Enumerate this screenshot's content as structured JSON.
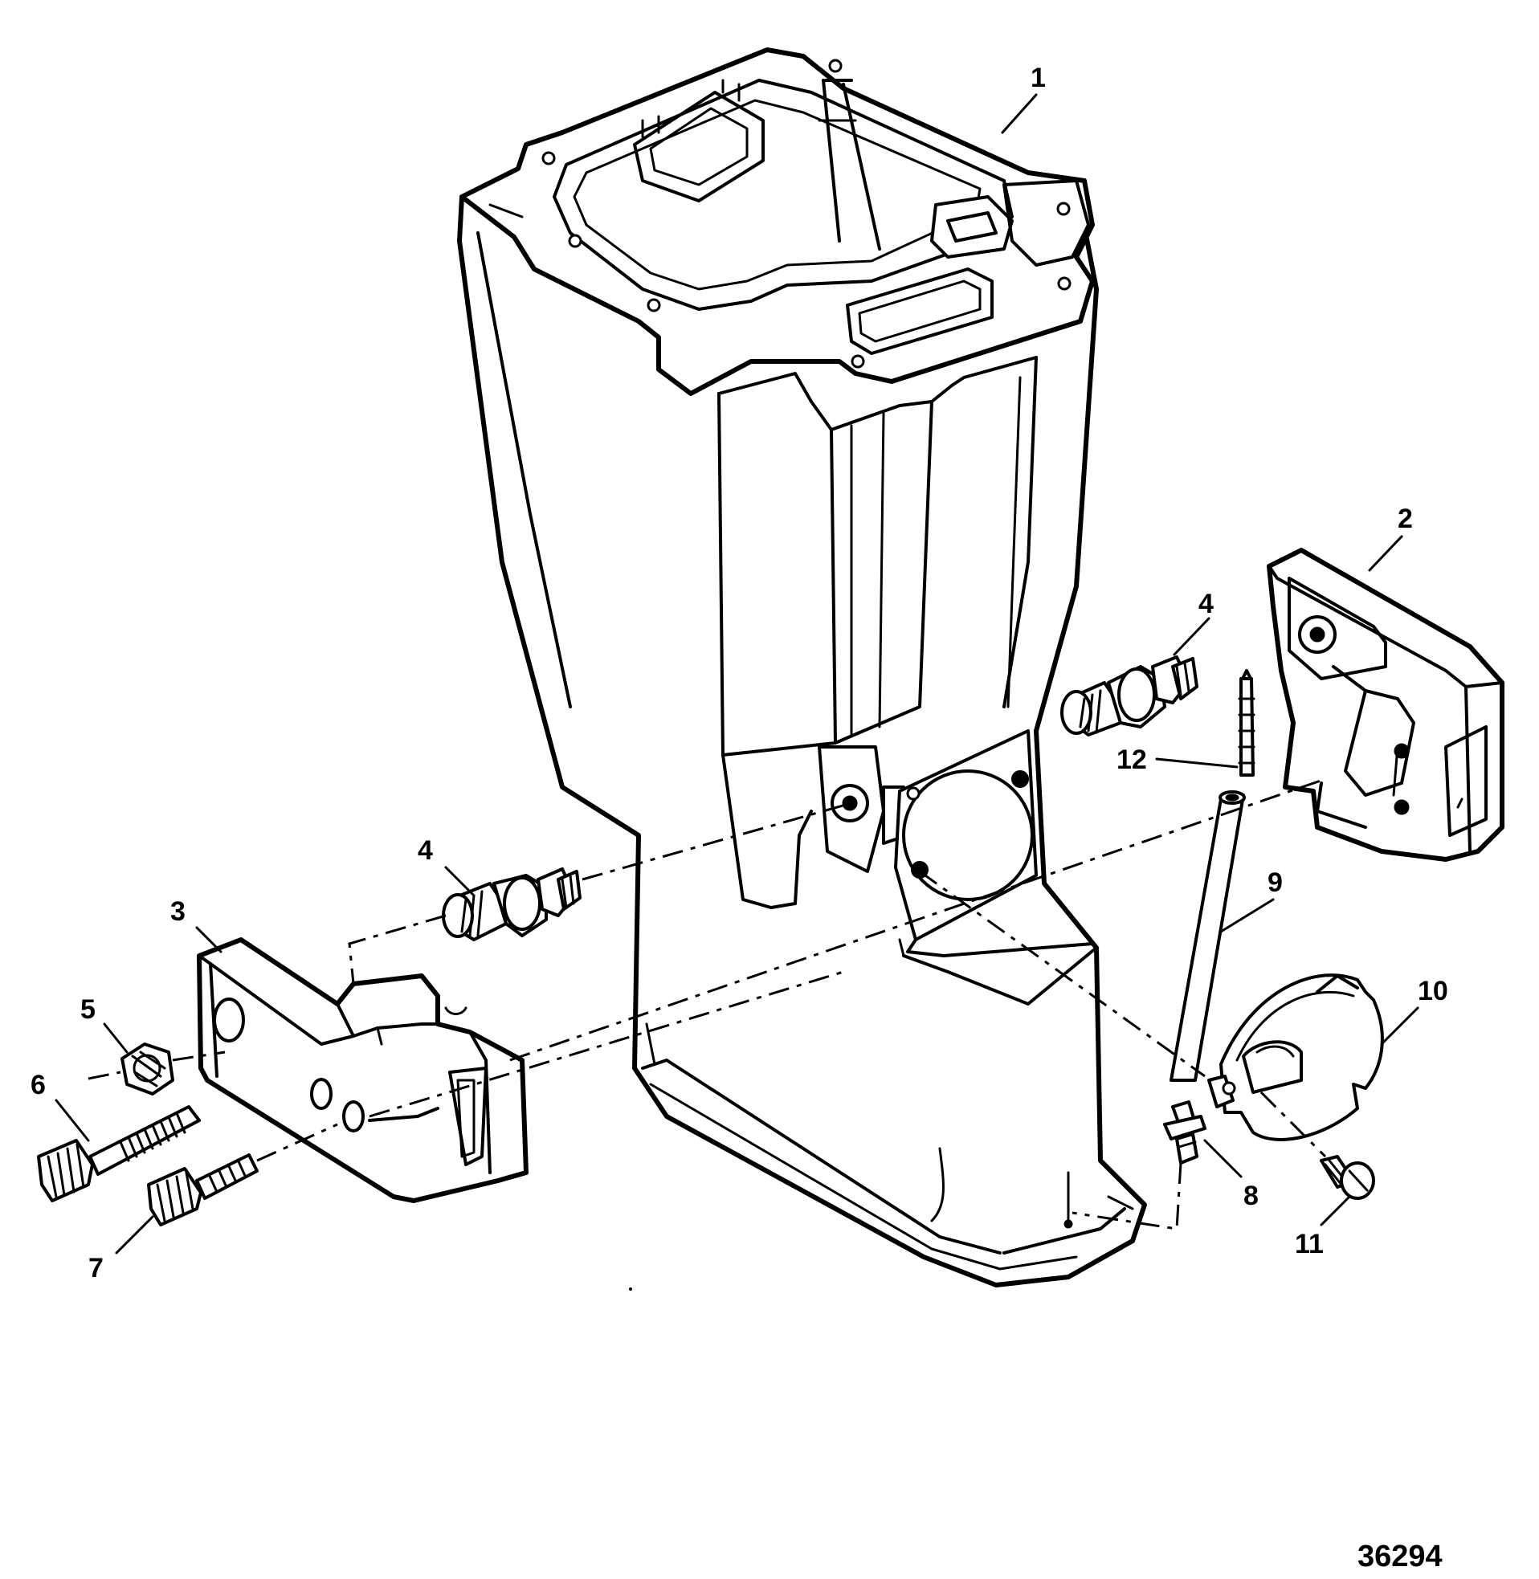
{
  "callouts": {
    "c1": "1",
    "c2": "2",
    "c3": "3",
    "c4a": "4",
    "c4b": "4",
    "c5": "5",
    "c6": "6",
    "c7": "7",
    "c8": "8",
    "c9": "9",
    "c10": "10",
    "c11": "11",
    "c12": "12"
  },
  "figure_number": "36294"
}
